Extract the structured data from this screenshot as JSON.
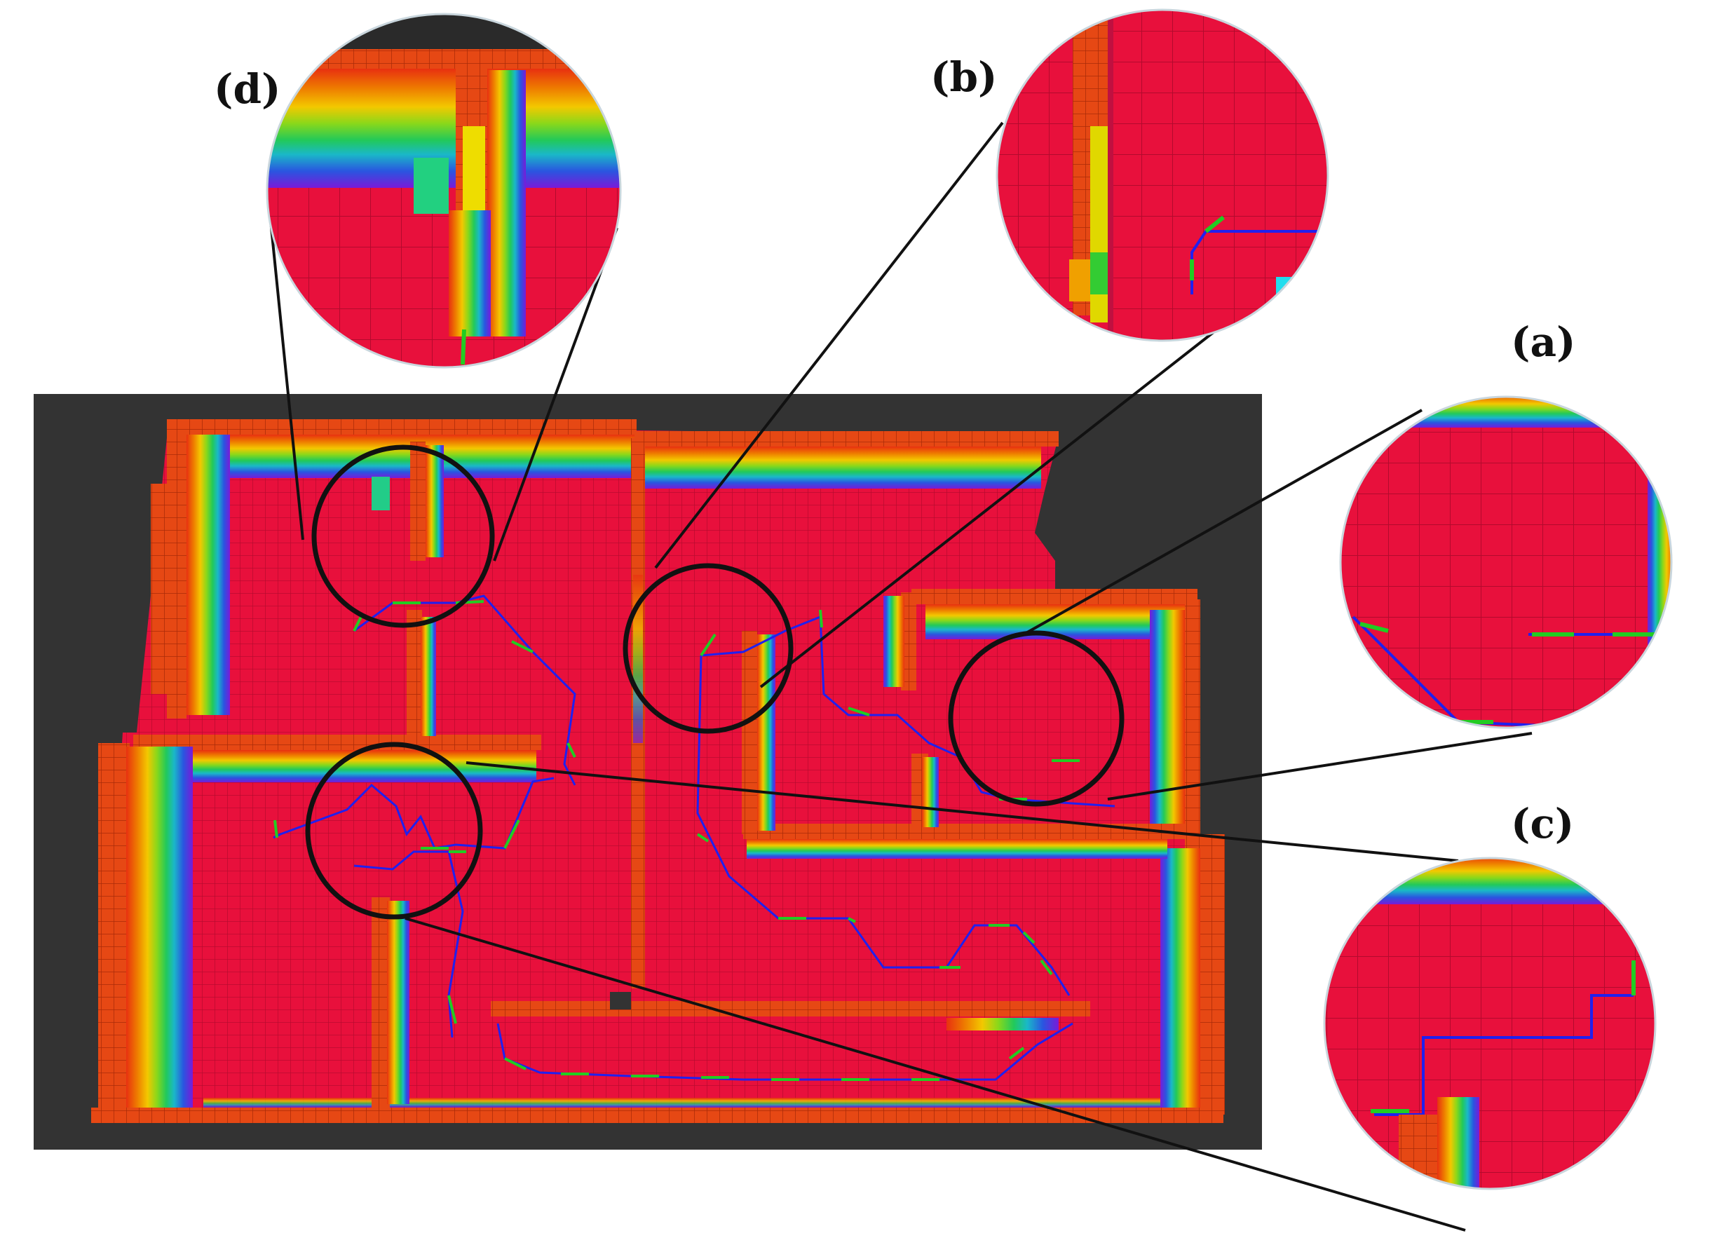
{
  "figure": {
    "labels": {
      "a": "(a)",
      "b": "(b)",
      "c": "(c)",
      "d": "(d)"
    },
    "colors": {
      "background": "#ffffff",
      "viewport": "#333333",
      "floor": "#e8103c",
      "grid_line": "#b80a2e",
      "wall_top": "#e84a12",
      "path": "#2222ee",
      "arrow": "#22cc22",
      "callout_line": "#111111",
      "wall_gradient": [
        "#e83010",
        "#ee7a00",
        "#f3c800",
        "#8ad81a",
        "#22c95a",
        "#1ab8c8",
        "#2a55e0",
        "#7a1ad8"
      ]
    }
  }
}
